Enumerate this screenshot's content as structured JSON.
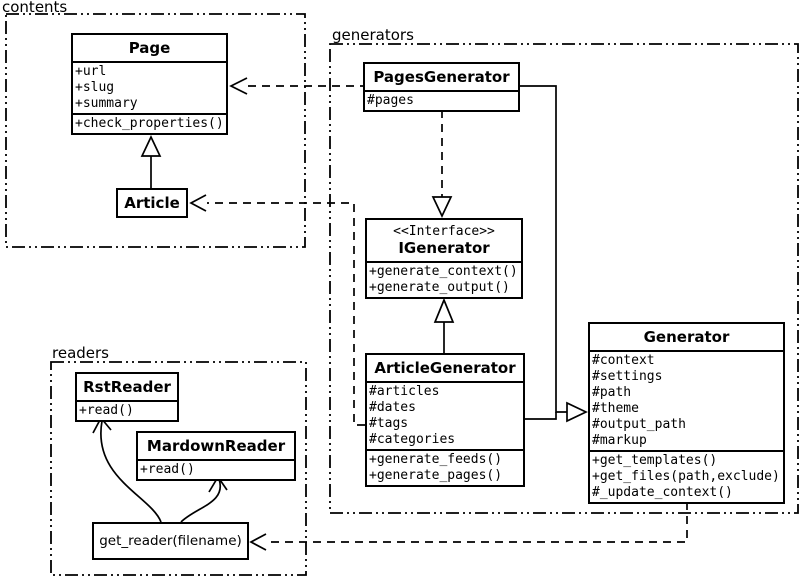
{
  "diagram": {
    "type": "uml-class-diagram",
    "background_color": "#ffffff",
    "line_color": "#000000",
    "packages": {
      "contents": {
        "label": "contents"
      },
      "generators": {
        "label": "generators"
      },
      "readers": {
        "label": "readers"
      }
    },
    "classes": {
      "page": {
        "name": "Page",
        "attributes": [
          "+url",
          "+slug",
          "+summary"
        ],
        "methods": [
          "+check_properties()"
        ]
      },
      "article": {
        "name": "Article"
      },
      "pages_generator": {
        "name": "PagesGenerator",
        "attributes": [
          "#pages"
        ]
      },
      "igenerator": {
        "stereotype": "<<Interface>>",
        "name": "IGenerator",
        "methods": [
          "+generate_context()",
          "+generate_output()"
        ]
      },
      "article_generator": {
        "name": "ArticleGenerator",
        "attributes": [
          "#articles",
          "#dates",
          "#tags",
          "#categories"
        ],
        "methods": [
          "+generate_feeds()",
          "+generate_pages()"
        ]
      },
      "generator": {
        "name": "Generator",
        "attributes": [
          "#context",
          "#settings",
          "#path",
          "#theme",
          "#output_path",
          "#markup"
        ],
        "methods": [
          "+get_templates()",
          "+get_files(path,exclude)",
          "#_update_context()"
        ]
      },
      "rst_reader": {
        "name": "RstReader",
        "methods": [
          "+read()"
        ]
      },
      "mardown_reader": {
        "name": "MardownReader",
        "methods": [
          "+read()"
        ]
      },
      "get_reader": {
        "name": "get_reader(filename)"
      }
    },
    "relationships": [
      {
        "from": "Article",
        "to": "Page",
        "type": "inheritance"
      },
      {
        "from": "PagesGenerator",
        "to": "IGenerator",
        "type": "realization"
      },
      {
        "from": "ArticleGenerator",
        "to": "IGenerator",
        "type": "inheritance"
      },
      {
        "from": "PagesGenerator",
        "to": "Generator",
        "type": "inheritance"
      },
      {
        "from": "ArticleGenerator",
        "to": "Generator",
        "type": "inheritance"
      },
      {
        "from": "PagesGenerator",
        "to": "Page",
        "type": "dependency"
      },
      {
        "from": "ArticleGenerator",
        "to": "Article",
        "type": "dependency"
      },
      {
        "from": "Generator",
        "to": "get_reader(filename)",
        "type": "dependency"
      },
      {
        "from": "get_reader(filename)",
        "to": "RstReader",
        "type": "call"
      },
      {
        "from": "get_reader(filename)",
        "to": "MardownReader",
        "type": "call"
      }
    ]
  }
}
